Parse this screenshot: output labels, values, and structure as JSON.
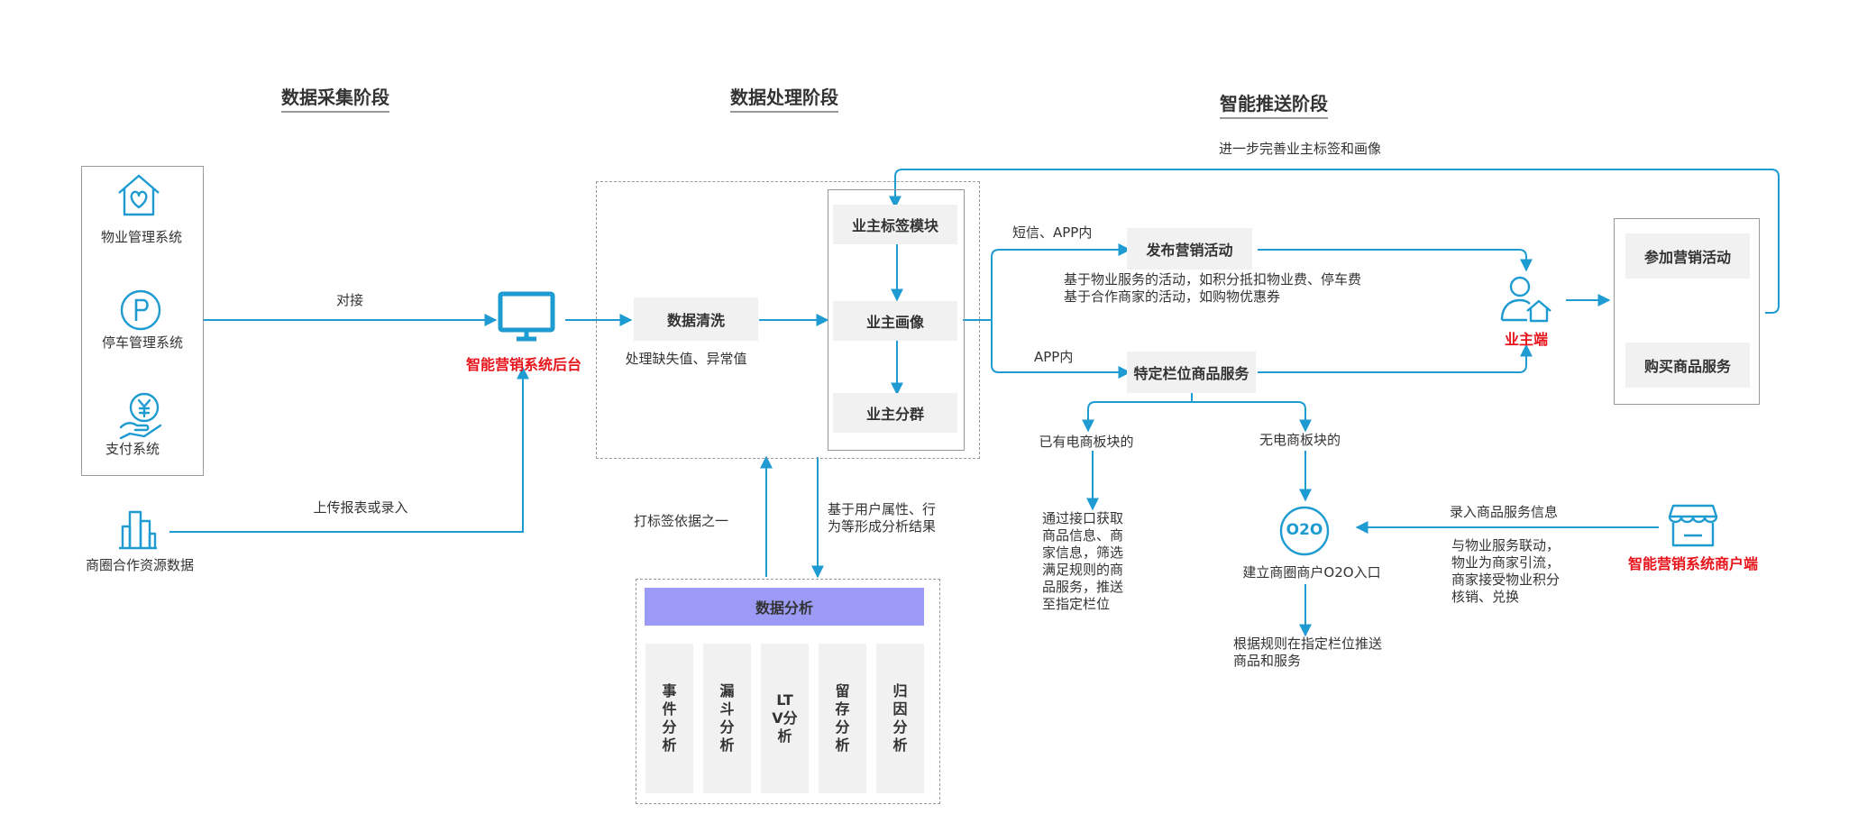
{
  "stages": {
    "collect": "数据采集阶段",
    "process": "数据处理阶段",
    "push": "智能推送阶段"
  },
  "sources": {
    "property": "物业管理系统",
    "parking": "停车管理系统",
    "payment": "支付系统",
    "business": "商圈合作资源数据"
  },
  "edges": {
    "dock": "对接",
    "upload": "上传报表或录入",
    "sms_app": "短信、APP内",
    "app_inner": "APP内",
    "tag_basis": "打标签依据之一",
    "analysis_result": "基于用户属性、行\n为等形成分析结果",
    "improve": "进一步完善业主标签和画像",
    "merchant_input": "录入商品服务信息"
  },
  "backend": {
    "label": "智能营销系统后台"
  },
  "processing": {
    "clean": "数据清洗",
    "clean_note": "处理缺失值、异常值",
    "tag_module": "业主标签模块",
    "portrait": "业主画像",
    "group": "业主分群"
  },
  "analysis": {
    "title": "数据分析",
    "items": [
      "事件分析",
      "漏斗分析",
      "LTV分析",
      "留存分析",
      "归因分析"
    ]
  },
  "push": {
    "publish": "发布营销活动",
    "publish_note": "基于物业服务的活动，如积分抵扣物业费、停车费\n基于合作商家的活动，如购物优惠券",
    "column_service": "特定栏位商品服务",
    "has_ecom": "已有电商板块的",
    "has_ecom_note": "通过接口获取\n商品信息、商\n家信息，筛选\n满足规则的商\n品服务，推送\n至指定栏位",
    "no_ecom": "无电商板块的",
    "o2o_icon_text": "O2O",
    "o2o_label": "建立商圈商户O2O入口",
    "o2o_note": "根据规则在指定栏位推送\n商品和服务",
    "owner": "业主端",
    "join": "参加营销活动",
    "buy": "购买商品服务",
    "merchant": "智能营销系统商户端",
    "merchant_note": "与物业服务联动，\n物业为商家引流，\n商家接受物业积分\n核销、兑换"
  },
  "colors": {
    "line": "#1e9bd1",
    "icon": "#1e9bd1",
    "highlight": "#e8141b",
    "box_fill": "#f1f1f1",
    "analysis_head": "#9b9bf5"
  }
}
